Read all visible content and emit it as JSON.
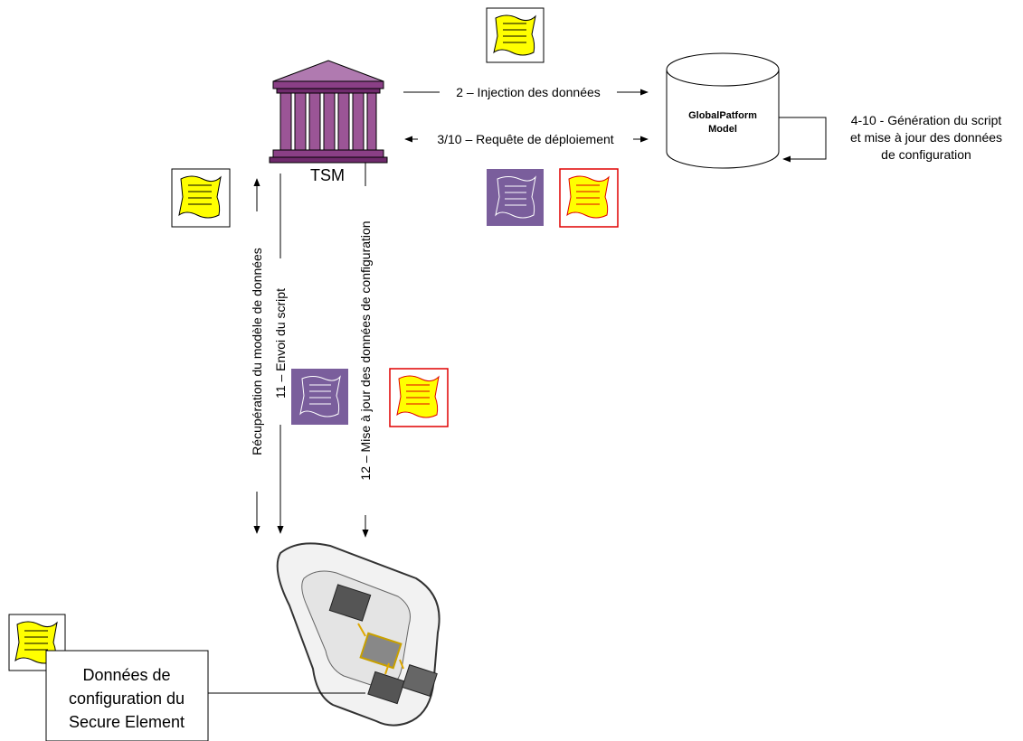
{
  "nodes": {
    "tsm": "TSM",
    "globalplatform_line1": "GlobalPatform",
    "globalplatform_line2": "Model",
    "secure_element_line1": "Données de",
    "secure_element_line2": "configuration du",
    "secure_element_line3": "Secure Element"
  },
  "arrows": {
    "injection": "2 – Injection des données",
    "requete": "3/10 – Requête de déploiement",
    "generation_line1": "4-10 - Génération du script",
    "generation_line2": "et mise à jour des données",
    "generation_line3": "de configuration",
    "recuperation": "Récupération du modèle de données",
    "envoi": "11 – Envoi du script",
    "mise_a_jour": "12 – Mise à jour des données de configuration"
  },
  "colors": {
    "doc_yellow": "#ffff00",
    "doc_purple": "#7a5e9c",
    "doc_red_border": "#e00000",
    "temple": "#8a3f86"
  }
}
